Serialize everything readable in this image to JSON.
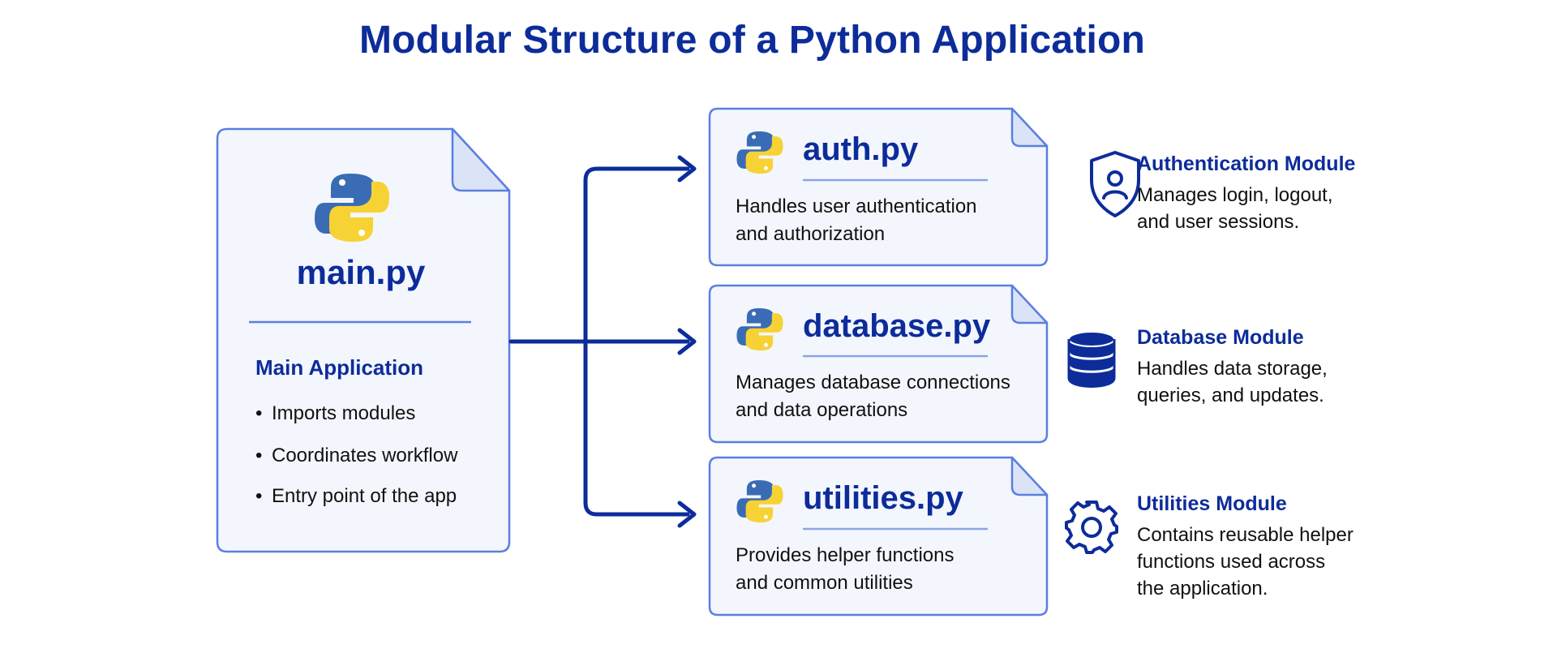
{
  "title": "Modular Structure of a Python Application",
  "main_file": {
    "name": "main.py",
    "heading": "Main Application",
    "bullets": [
      "Imports modules",
      "Coordinates workflow",
      "Entry point of the app"
    ]
  },
  "modules": [
    {
      "file": "auth.py",
      "description_lines": [
        "Handles user authentication",
        "and authorization"
      ],
      "side_title": "Authentication Module",
      "side_lines": [
        "Manages login, logout,",
        "and user sessions."
      ],
      "icon": "shield-user-icon"
    },
    {
      "file": "database.py",
      "description_lines": [
        "Manages database connections",
        "and data operations"
      ],
      "side_title": "Database Module",
      "side_lines": [
        "Handles data storage,",
        "queries, and updates."
      ],
      "icon": "database-icon"
    },
    {
      "file": "utilities.py",
      "description_lines": [
        "Provides helper functions",
        "and common utilities"
      ],
      "side_title": "Utilities Module",
      "side_lines": [
        "Contains reusable helper",
        "functions used across",
        "the application."
      ],
      "icon": "gear-icon"
    }
  ],
  "colors": {
    "primary": "#0d2c9a",
    "card_border": "#5b7fe0",
    "card_fill": "#f3f6fd",
    "fold_fill": "#dbe4f7",
    "python_blue": "#3a6cb5",
    "python_yellow": "#f7d234"
  }
}
